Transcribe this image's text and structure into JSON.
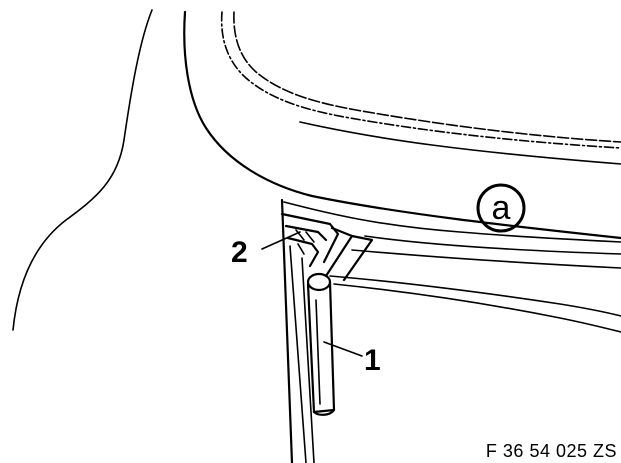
{
  "figure": {
    "code": "F 36 54 025 ZS",
    "callouts": {
      "item1": "1",
      "item2": "2",
      "view_marker": "a"
    }
  }
}
